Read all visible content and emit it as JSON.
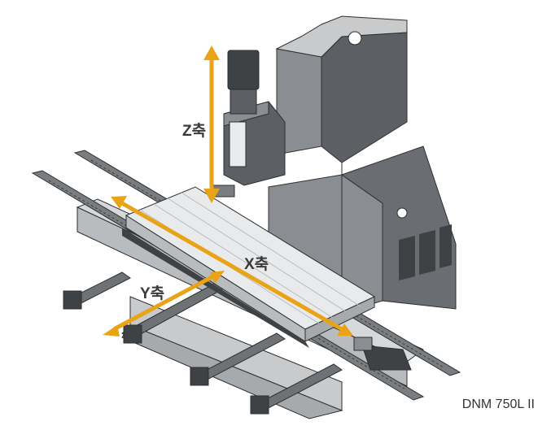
{
  "axes": {
    "z_label": "Z축",
    "x_label": "X축",
    "y_label": "Y축"
  },
  "model_name": "DNM 750L II",
  "colors": {
    "arrow": "#E8A317",
    "machine_dark": "#5c5f63",
    "machine_mid": "#8a8d91",
    "machine_light": "#d6d8da",
    "table_top": "#e9eaeb",
    "rail": "#7a7d80",
    "outline": "#2d2f31"
  }
}
